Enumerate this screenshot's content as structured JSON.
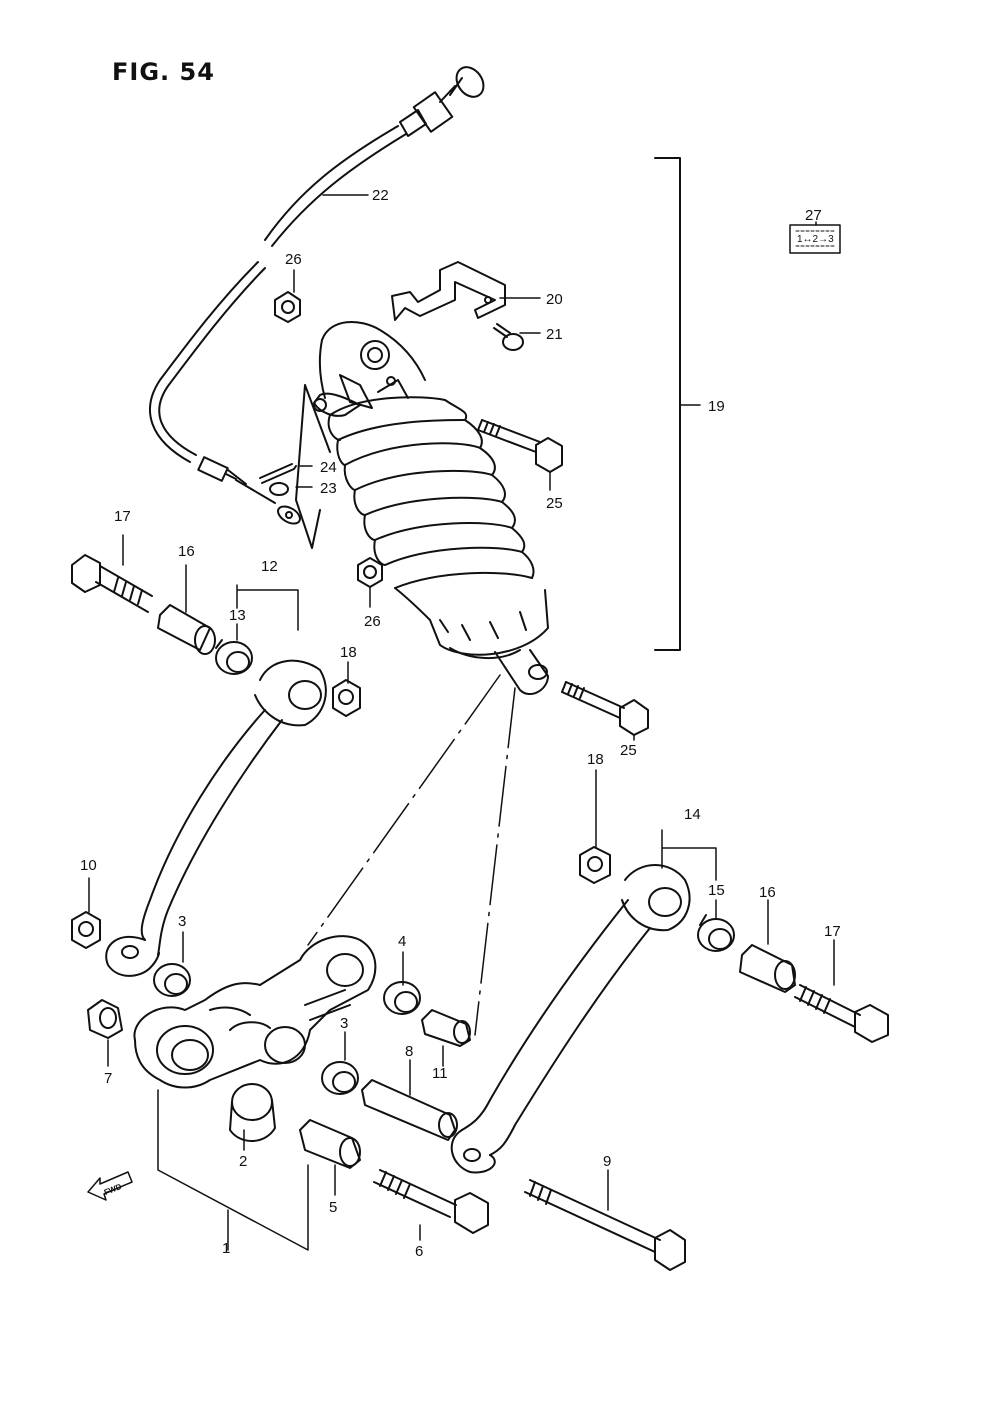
{
  "figure": {
    "title": "FIG. 54"
  },
  "callouts": {
    "c1": "1",
    "c2": "2",
    "c3a": "3",
    "c3b": "3",
    "c4": "4",
    "c5": "5",
    "c6": "6",
    "c7": "7",
    "c8": "8",
    "c9": "9",
    "c10": "10",
    "c11": "11",
    "c12": "12",
    "c13": "13",
    "c14": "14",
    "c15": "15",
    "c16a": "16",
    "c16b": "16",
    "c17a": "17",
    "c17b": "17",
    "c18a": "18",
    "c18b": "18",
    "c19": "19",
    "c20": "20",
    "c21": "21",
    "c22": "22",
    "c23": "23",
    "c24": "24",
    "c25a": "25",
    "c25b": "25",
    "c26a": "26",
    "c26b": "26",
    "c27": "27"
  },
  "label_plate": {
    "text": "1↔2→3"
  },
  "fwd_marker": {
    "text": "FWD"
  },
  "icons": [
    "shock-absorber-icon",
    "cushion-lever-icon",
    "cushion-rod-icon",
    "bolt-icon",
    "nut-icon",
    "bearing-icon",
    "spacer-icon",
    "bracket-icon",
    "adjuster-cable-icon",
    "fwd-arrow-icon",
    "label-plate-icon"
  ]
}
